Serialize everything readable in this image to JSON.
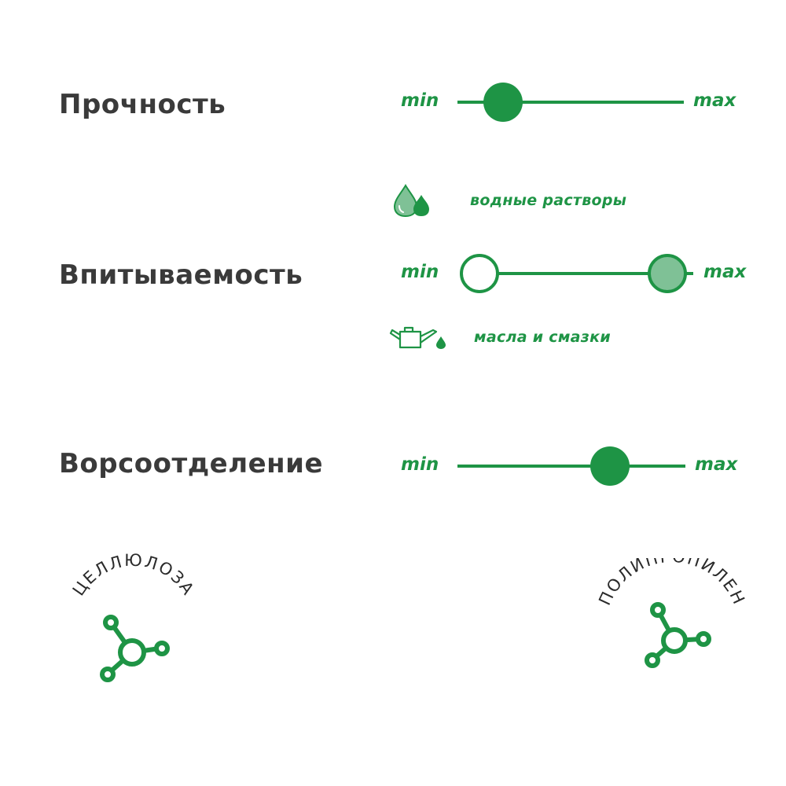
{
  "scales": [
    {
      "label": "Прочность",
      "min_label": "min",
      "max_label": "max",
      "level": 0.2
    },
    {
      "label": "Впитываемость",
      "min_label": "min",
      "max_label": "max",
      "water_label": "водные растворы",
      "oil_label": "масла и смазки",
      "oil_level": 0.0,
      "water_level": 0.88,
      "water_icon": "water-drops-icon",
      "oil_icon": "oil-can-icon"
    },
    {
      "label": "Ворсоотделение",
      "min_label": "min",
      "max_label": "max",
      "level": 0.67
    }
  ],
  "materials": {
    "left": {
      "label": "ЦЕЛЛЮЛОЗА",
      "icon": "molecule-icon"
    },
    "right": {
      "label": "ПОЛИПРОПИЛЕН",
      "icon": "molecule-icon"
    }
  },
  "colors": {
    "accent": "#1e9445",
    "accent_light": "#7fc196",
    "text": "#3a3a3a"
  }
}
